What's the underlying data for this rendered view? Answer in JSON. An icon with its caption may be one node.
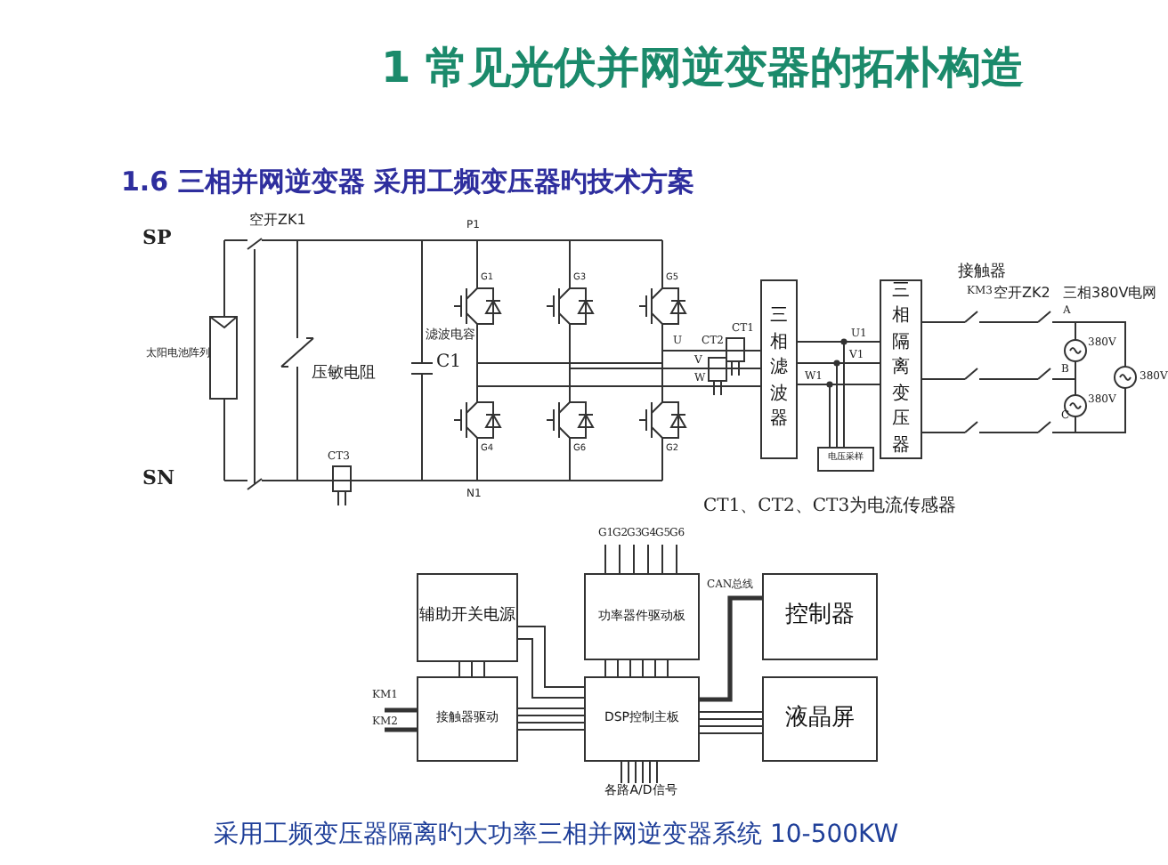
{
  "diagram": {
    "title": "1 常见光伏并网逆变器的拓朴构造",
    "caption": "采用工频变压器隔离旳大功率三相并网逆变器系统 10-500KW",
    "nodes": [
      {
        "text": [
          "三相滤波器"
        ]
      },
      {
        "text": [
          "三相隔离变压器"
        ]
      },
      {
        "text": [
          "电压采样"
        ]
      },
      {
        "text": [
          "辅助开关电源"
        ]
      },
      {
        "text": [
          "功率器件驱动板"
        ]
      },
      {
        "text": [
          "控制器"
        ]
      },
      {
        "text": [
          "接触器驱动"
        ]
      },
      {
        "text": [
          "DSP控制主板"
        ]
      },
      {
        "text": [
          "液晶屏"
        ]
      },
      {
        "text": [
          "各路A/D信号"
        ]
      }
    ],
    "edges": [
      {
        "from": 0,
        "to": 1,
        "arrow": "none",
        "label": "U1"
      },
      {
        "from": 0,
        "to": 1,
        "arrow": "none",
        "label": "V1"
      },
      {
        "from": 0,
        "to": 1,
        "arrow": "none",
        "label": "W1"
      },
      {
        "from": 4,
        "to": null,
        "arrow": "none",
        "label": "G1"
      },
      {
        "from": 4,
        "to": null,
        "arrow": "none",
        "label": "G2"
      },
      {
        "from": 4,
        "to": null,
        "arrow": "none",
        "label": "G3"
      },
      {
        "from": 4,
        "to": null,
        "arrow": "none",
        "label": "G4"
      },
      {
        "from": 4,
        "to": null,
        "arrow": "none",
        "label": "G5"
      },
      {
        "from": 4,
        "to": null,
        "arrow": "none",
        "label": "G6"
      },
      {
        "from": 4,
        "to": 7,
        "arrow": "none"
      },
      {
        "from": 4,
        "to": 7,
        "arrow": "none"
      },
      {
        "from": 4,
        "to": 7,
        "arrow": "none"
      },
      {
        "from": 4,
        "to": 7,
        "arrow": "none"
      },
      {
        "from": 4,
        "to": 7,
        "arrow": "none"
      },
      {
        "from": 4,
        "to": 7,
        "arrow": "none"
      },
      {
        "from": 3,
        "to": 6,
        "arrow": "none"
      },
      {
        "from": 3,
        "to": 6,
        "arrow": "none"
      },
      {
        "from": 3,
        "to": 6,
        "arrow": "none"
      },
      {
        "from": 3,
        "to": 7,
        "arrow": "none"
      },
      {
        "from": 3,
        "to": 7,
        "arrow": "none"
      },
      {
        "from": 6,
        "to": 7,
        "arrow": "none"
      },
      {
        "from": 6,
        "to": 7,
        "arrow": "none"
      },
      {
        "from": 6,
        "to": 7,
        "arrow": "none"
      },
      {
        "from": 6,
        "to": 7,
        "arrow": "none"
      },
      {
        "from": 7,
        "to": 5,
        "arrow": "none",
        "label": "CAN总线",
        "style": "thick"
      },
      {
        "from": 7,
        "to": 8,
        "arrow": "none"
      },
      {
        "from": 7,
        "to": 8,
        "arrow": "none"
      },
      {
        "from": 7,
        "to": 8,
        "arrow": "none"
      },
      {
        "from": 7,
        "to": 8,
        "arrow": "none"
      },
      {
        "from": null,
        "to": 6,
        "arrow": "none",
        "label": "KM1",
        "style": "thick"
      },
      {
        "from": null,
        "to": 6,
        "arrow": "none",
        "label": "KM2",
        "style": "thick"
      },
      {
        "from": 9,
        "to": 7,
        "arrow": "none"
      },
      {
        "from": 9,
        "to": 7,
        "arrow": "none"
      },
      {
        "from": 9,
        "to": 7,
        "arrow": "none"
      },
      {
        "from": 9,
        "to": 7,
        "arrow": "none"
      },
      {
        "from": 9,
        "to": 7,
        "arrow": "none"
      },
      {
        "from": 9,
        "to": 7,
        "arrow": "none"
      },
      {
        "from": 0,
        "to": 2,
        "arrow": "none"
      },
      {
        "from": 0,
        "to": 2,
        "arrow": "none"
      },
      {
        "from": 0,
        "to": 2,
        "arrow": "none"
      }
    ],
    "labels": [
      "1.6 三相并网逆变器 采用工频变压器旳技术方案",
      "SP",
      "空开ZK1",
      "P1",
      "G1",
      "G3",
      "G5",
      "太阳电池阵列",
      "压敏电阻",
      "滤波电容",
      "C1",
      "U",
      "V",
      "W",
      "CT1",
      "CT2",
      "G4",
      "G6",
      "G2",
      "SN",
      "CT3",
      "N1",
      "接触器",
      "KM3",
      "空开ZK2",
      "三相380V电网",
      "A",
      "380V",
      "B",
      "380V",
      "C",
      "380V",
      "CT1、CT2、CT3为电流传感器"
    ]
  }
}
